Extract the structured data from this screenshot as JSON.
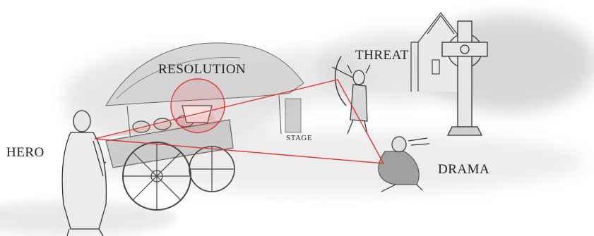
{
  "labels": {
    "resolution": "RESOLUTION",
    "threat": "THREAT",
    "hero": "HERO",
    "stage": "STAGE",
    "drama": "DRAMA"
  },
  "colors": {
    "triangle": "#e0352f",
    "highlight": "#e0352f",
    "sketch": "#3a3a3a",
    "wash": "#cfcfcf"
  }
}
